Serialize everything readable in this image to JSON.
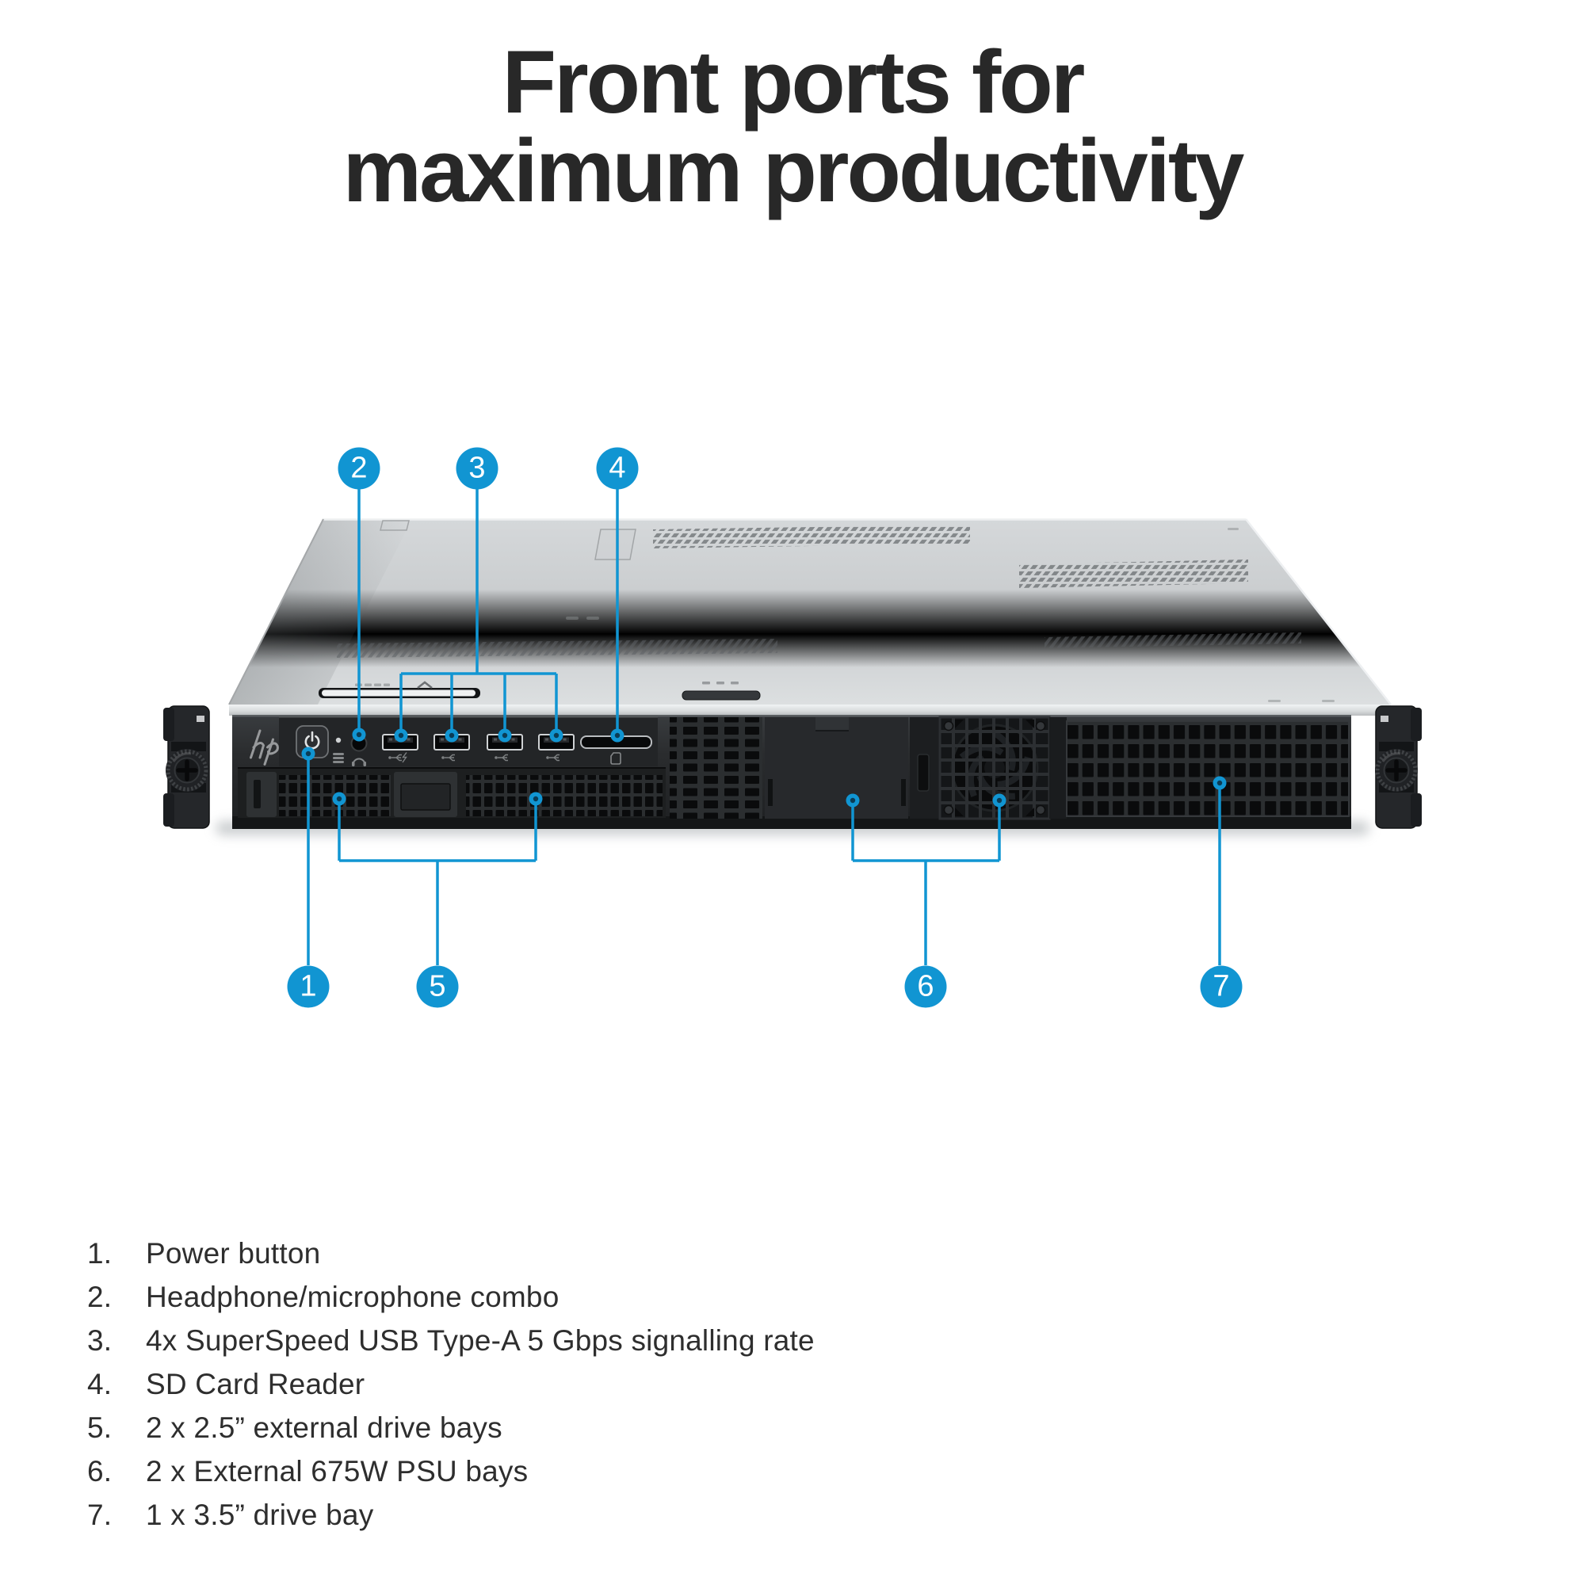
{
  "title": {
    "line1": "Front ports for",
    "line2": "maximum productivity"
  },
  "callouts": [
    "1",
    "2",
    "3",
    "4",
    "5",
    "6",
    "7"
  ],
  "legend": {
    "items": [
      {
        "num": "1.",
        "text": "Power button"
      },
      {
        "num": "2.",
        "text": "Headphone/microphone combo"
      },
      {
        "num": "3.",
        "text": "4x SuperSpeed USB Type-A 5 Gbps signalling rate"
      },
      {
        "num": "4.",
        "text": "SD Card Reader"
      },
      {
        "num": "5.",
        "text": "2 x 2.5” external drive bays"
      },
      {
        "num": "6.",
        "text": "2 x External 675W PSU bays"
      },
      {
        "num": "7.",
        "text": "1 x 3.5” drive bay"
      }
    ]
  },
  "device": {
    "brand_logo": "hp",
    "icons": {
      "power_button": "power-icon",
      "drive_activity": "drive-activity-icon",
      "headphone_jack": "headphone-icon",
      "usb_ports": "usb-superspeed-icon",
      "usb_charging_port": "usb-superspeed-charging-icon",
      "sd_reader": "sd-card-icon"
    }
  },
  "colors": {
    "accent": "#1195d2",
    "title_text": "#282828",
    "legend_text": "#2e2e2e",
    "chassis_top": "#ced1d3",
    "front_panel": "#27292b"
  }
}
